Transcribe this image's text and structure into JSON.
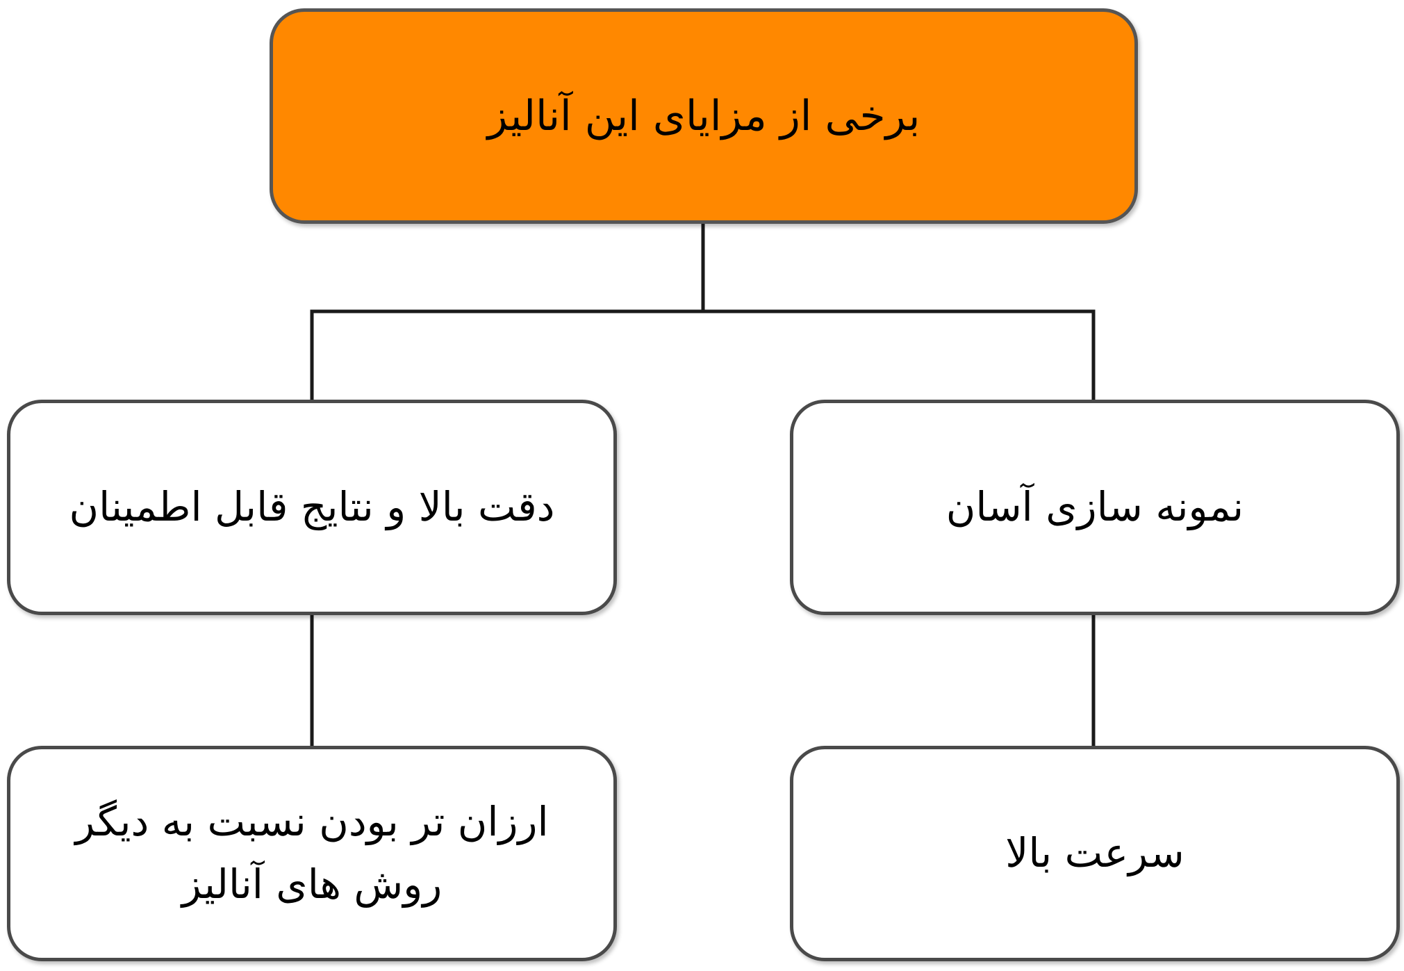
{
  "diagram": {
    "root": {
      "label": "برخی از مزایای این آنالیز",
      "fill": "#ff8800"
    },
    "children": [
      {
        "label": "دقت بالا و نتایج قابل اطمینان"
      },
      {
        "label": "نمونه سازی آسان"
      },
      {
        "label": "ارزان تر بودن نسبت به دیگر روش های آنالیز"
      },
      {
        "label": "سرعت بالا"
      }
    ],
    "line_color": "#1a1a1a",
    "border_color": "#4a4a4a"
  }
}
